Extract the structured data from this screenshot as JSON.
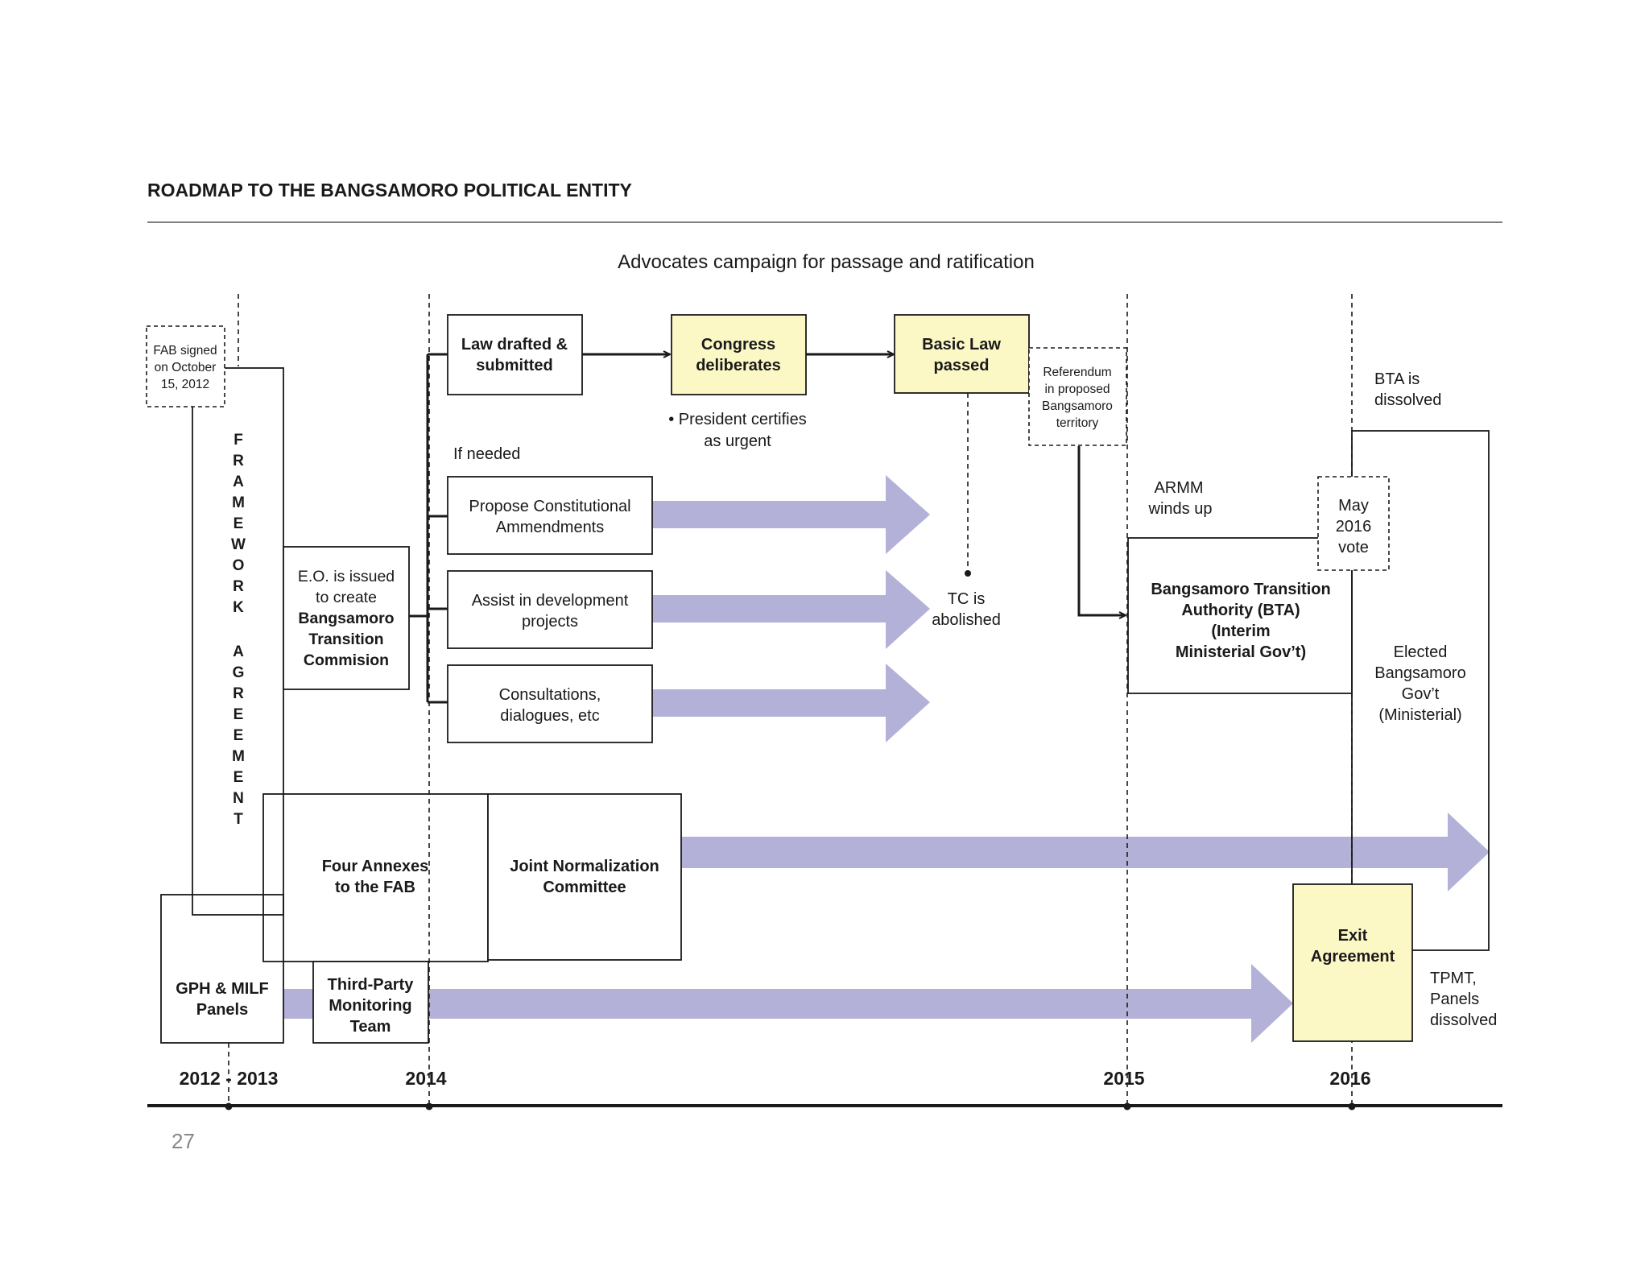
{
  "title": "ROADMAP TO THE BANGSAMORO POLITICAL ENTITY",
  "page_number": "27",
  "campaign": "Advocates campaign for passage and ratification",
  "years": [
    "2012 - 2013",
    "2014",
    "2015",
    "2016"
  ],
  "fab_signed": [
    "FAB signed",
    "on October",
    "15, 2012"
  ],
  "framework_agreement": [
    "F",
    "R",
    "A",
    "M",
    "E",
    "W",
    "O",
    "R",
    "K",
    "A",
    "G",
    "R",
    "E",
    "E",
    "M",
    "E",
    "N",
    "T"
  ],
  "eo": [
    "E.O. is issued",
    "to create",
    "Bangsamoro",
    "Transition",
    "Commision"
  ],
  "law_drafted": [
    "Law drafted &",
    "submitted"
  ],
  "congress": [
    "Congress",
    "deliberates"
  ],
  "basic_law": [
    "Basic Law",
    "passed"
  ],
  "president_note": [
    "• President certifies",
    "as urgent"
  ],
  "if_needed": "If needed",
  "propose": [
    "Propose Constitutional",
    "Ammendments"
  ],
  "assist": [
    "Assist in development",
    "projects"
  ],
  "consult": [
    "Consultations,",
    "dialogues, etc"
  ],
  "tc_abolished": [
    "TC is",
    "abolished"
  ],
  "referendum": [
    "Referendum",
    "in proposed",
    "Bangsamoro",
    "territory"
  ],
  "armm": [
    "ARMM",
    "winds up"
  ],
  "bta": [
    "Bangsamoro Transition",
    "Authority (BTA)",
    "(Interim",
    "Ministerial Gov’t)"
  ],
  "may_vote": [
    "May",
    "2016",
    "vote"
  ],
  "bta_dissolved": [
    "BTA is",
    "dissolved"
  ],
  "elected": [
    "Elected",
    "Bangsamoro",
    "Gov’t",
    "(Ministerial)"
  ],
  "four_annexes": [
    "Four Annexes",
    "to the FAB"
  ],
  "jnc": [
    "Joint Normalization",
    "Committee"
  ],
  "gph_milf": [
    "GPH & MILF",
    "Panels"
  ],
  "tpmt": [
    "Third-Party",
    "Monitoring",
    "Team"
  ],
  "exit": [
    "Exit",
    "Agreement"
  ],
  "tpmt_dissolved": [
    "TPMT,",
    "Panels",
    "dissolved"
  ],
  "colors": {
    "highlight": "#fbf8c6",
    "arrow": "#b3b1d7",
    "line": "#1a1a1a",
    "muted": "#888888"
  }
}
